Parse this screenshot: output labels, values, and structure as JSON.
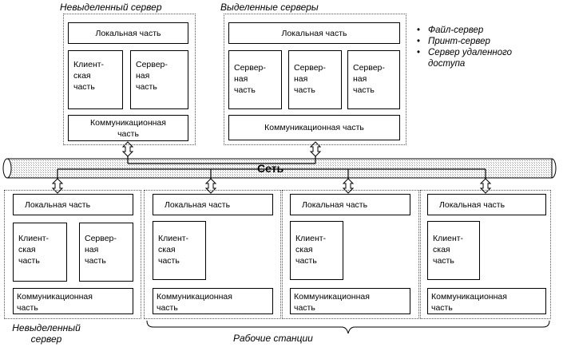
{
  "top_left": {
    "title": "Невыделенный сервер",
    "local": "Локальная часть",
    "client": "Клиент-\nская\nчасть",
    "server": "Сервер-\nная\nчасть",
    "comm": "Коммуникационная\nчасть"
  },
  "top_right": {
    "title": "Выделенные серверы",
    "local": "Локальная часть",
    "server": "Сервер-\nная\nчасть",
    "comm": "Коммуникационная часть"
  },
  "server_types": [
    "Файл-сервер",
    "Принт-сервер",
    "Сервер удаленного",
    "доступа"
  ],
  "network": "Сеть",
  "bottom_left": {
    "title": "Невыделенный\nсервер",
    "local": "Локальная часть",
    "client": "Клиент-\nская\nчасть",
    "server": "Сервер-\nная\nчасть",
    "comm": "Коммуникационная\nчасть"
  },
  "workstation": {
    "local": "Локальная часть",
    "client": "Клиент-\nская\nчасть",
    "comm": "Коммуникационная\nчасть"
  },
  "workstations_caption": "Рабочие станции"
}
